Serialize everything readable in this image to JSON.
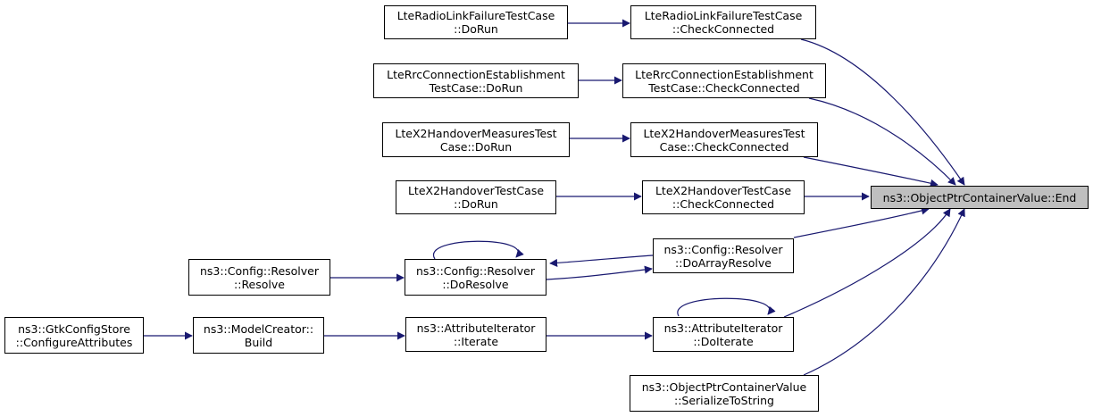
{
  "graph": {
    "colors": {
      "edge": "#191970",
      "node_border": "#000000",
      "focus_fill": "#bfbfbf",
      "node_fill": "#ffffff"
    },
    "nodes": {
      "end": {
        "lines": [
          "ns3::ObjectPtrContainerValue::End"
        ]
      },
      "rlf_check": {
        "lines": [
          "LteRadioLinkFailureTestCase",
          "::CheckConnected"
        ]
      },
      "rlf_run": {
        "lines": [
          "LteRadioLinkFailureTestCase",
          "::DoRun"
        ]
      },
      "rrc_check": {
        "lines": [
          "LteRrcConnectionEstablishment",
          "TestCase::CheckConnected"
        ]
      },
      "rrc_run": {
        "lines": [
          "LteRrcConnectionEstablishment",
          "TestCase::DoRun"
        ]
      },
      "x2m_check": {
        "lines": [
          "LteX2HandoverMeasuresTest",
          "Case::CheckConnected"
        ]
      },
      "x2m_run": {
        "lines": [
          "LteX2HandoverMeasuresTest",
          "Case::DoRun"
        ]
      },
      "x2h_check": {
        "lines": [
          "LteX2HandoverTestCase",
          "::CheckConnected"
        ]
      },
      "x2h_run": {
        "lines": [
          "LteX2HandoverTestCase",
          "::DoRun"
        ]
      },
      "doarray": {
        "lines": [
          "ns3::Config::Resolver",
          "::DoArrayResolve"
        ]
      },
      "doresolve": {
        "lines": [
          "ns3::Config::Resolver",
          "::DoResolve"
        ]
      },
      "resolve": {
        "lines": [
          "ns3::Config::Resolver",
          "::Resolve"
        ]
      },
      "doiterate": {
        "lines": [
          "ns3::AttributeIterator",
          "::DoIterate"
        ]
      },
      "iterate": {
        "lines": [
          "ns3::AttributeIterator",
          "::Iterate"
        ]
      },
      "build": {
        "lines": [
          "ns3::ModelCreator::",
          "Build"
        ]
      },
      "gtk": {
        "lines": [
          "ns3::GtkConfigStore",
          "::ConfigureAttributes"
        ]
      },
      "serialize": {
        "lines": [
          "ns3::ObjectPtrContainerValue",
          "::SerializeToString"
        ]
      }
    }
  }
}
